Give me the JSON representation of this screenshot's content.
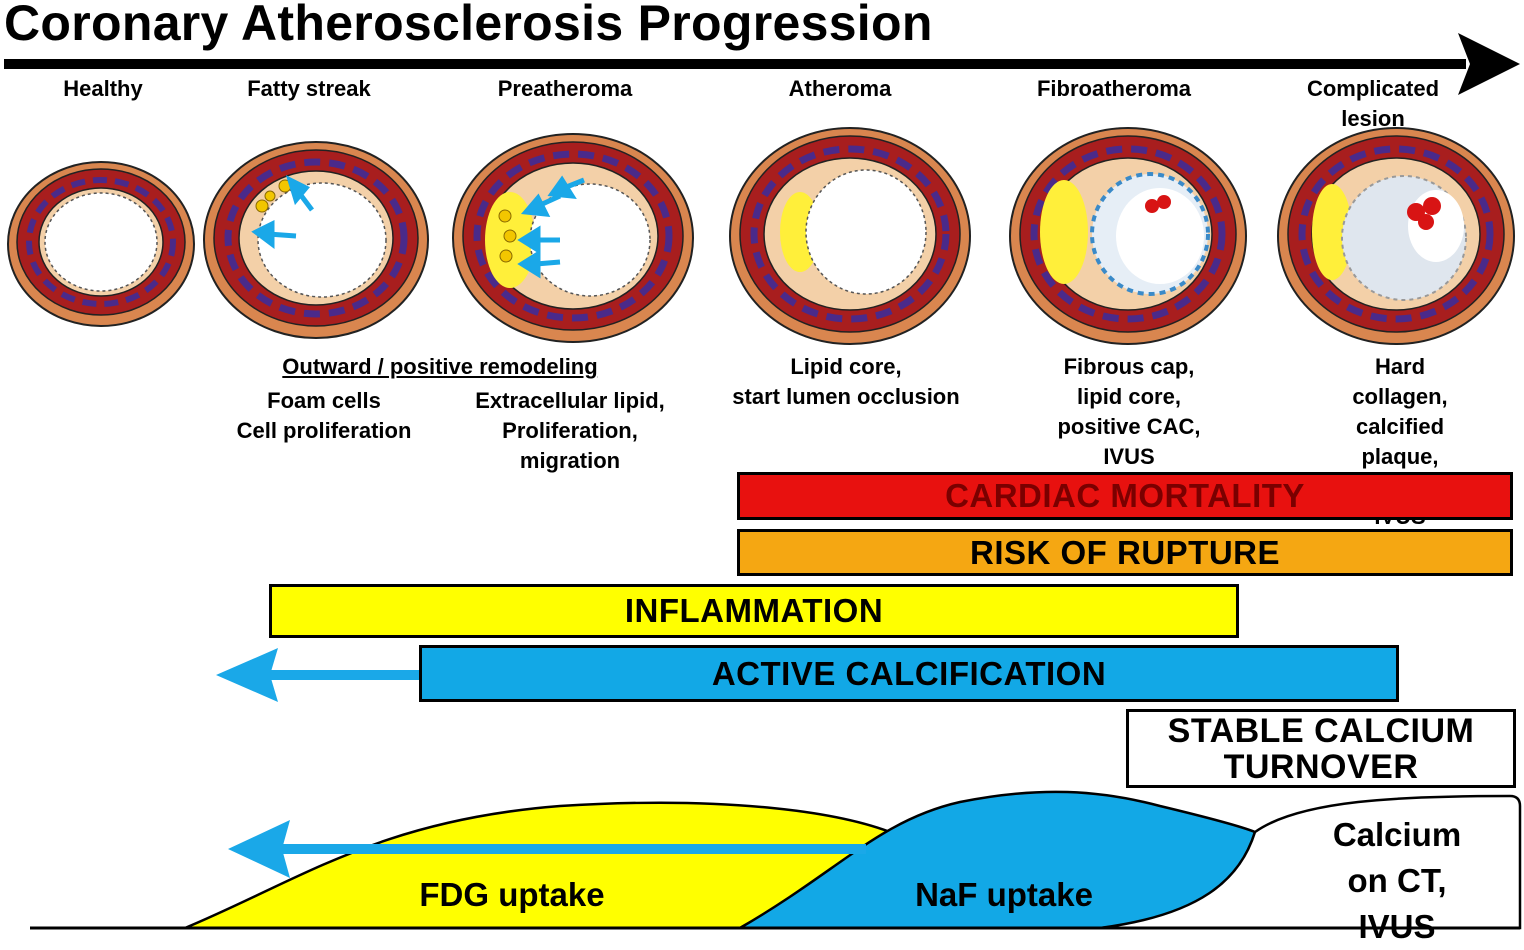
{
  "title": "Coronary Atherosclerosis Progression",
  "stages": [
    "Healthy",
    "Fatty streak",
    "Preatheroma",
    "Atheroma",
    "Fibroatheroma",
    "Complicated lesion"
  ],
  "remodeling_label": "Outward / positive remodeling",
  "descriptions": {
    "fatty_streak": "Foam cells\nCell proliferation",
    "preatheroma": "Extracellular lipid,\nProliferation,\nmigration",
    "atheroma": "Lipid core,\nstart lumen occlusion",
    "fibroatheroma": "Fibrous cap,\nlipid core,\npositive CAC,\nIVUS",
    "complicated": "Hard collagen,\ncalcified plaque,\nhigh CAC,\nIVUS"
  },
  "bars": {
    "cardiac_mortality": {
      "label": "CARDIAC MORTALITY",
      "color": "#e8110f",
      "text_color": "#7a0000"
    },
    "risk_of_rupture": {
      "label": "RISK OF RUPTURE",
      "color": "#f5a712"
    },
    "inflammation": {
      "label": "INFLAMMATION",
      "color": "#ffff00"
    },
    "active_calcification": {
      "label": "ACTIVE CALCIFICATION",
      "color": "#12a8e6"
    },
    "stable_calcium": {
      "line1": "STABLE CALCIUM",
      "line2": "TURNOVER",
      "color": "#ffffff"
    }
  },
  "curves": {
    "fdg": {
      "label": "FDG uptake",
      "color": "#ffff00"
    },
    "naf": {
      "label": "NaF uptake",
      "color": "#12a8e6"
    },
    "calcium": {
      "label": "Calcium\non CT, IVUS",
      "color": "#ffffff"
    }
  },
  "arrow_color": "#1aa8e8"
}
